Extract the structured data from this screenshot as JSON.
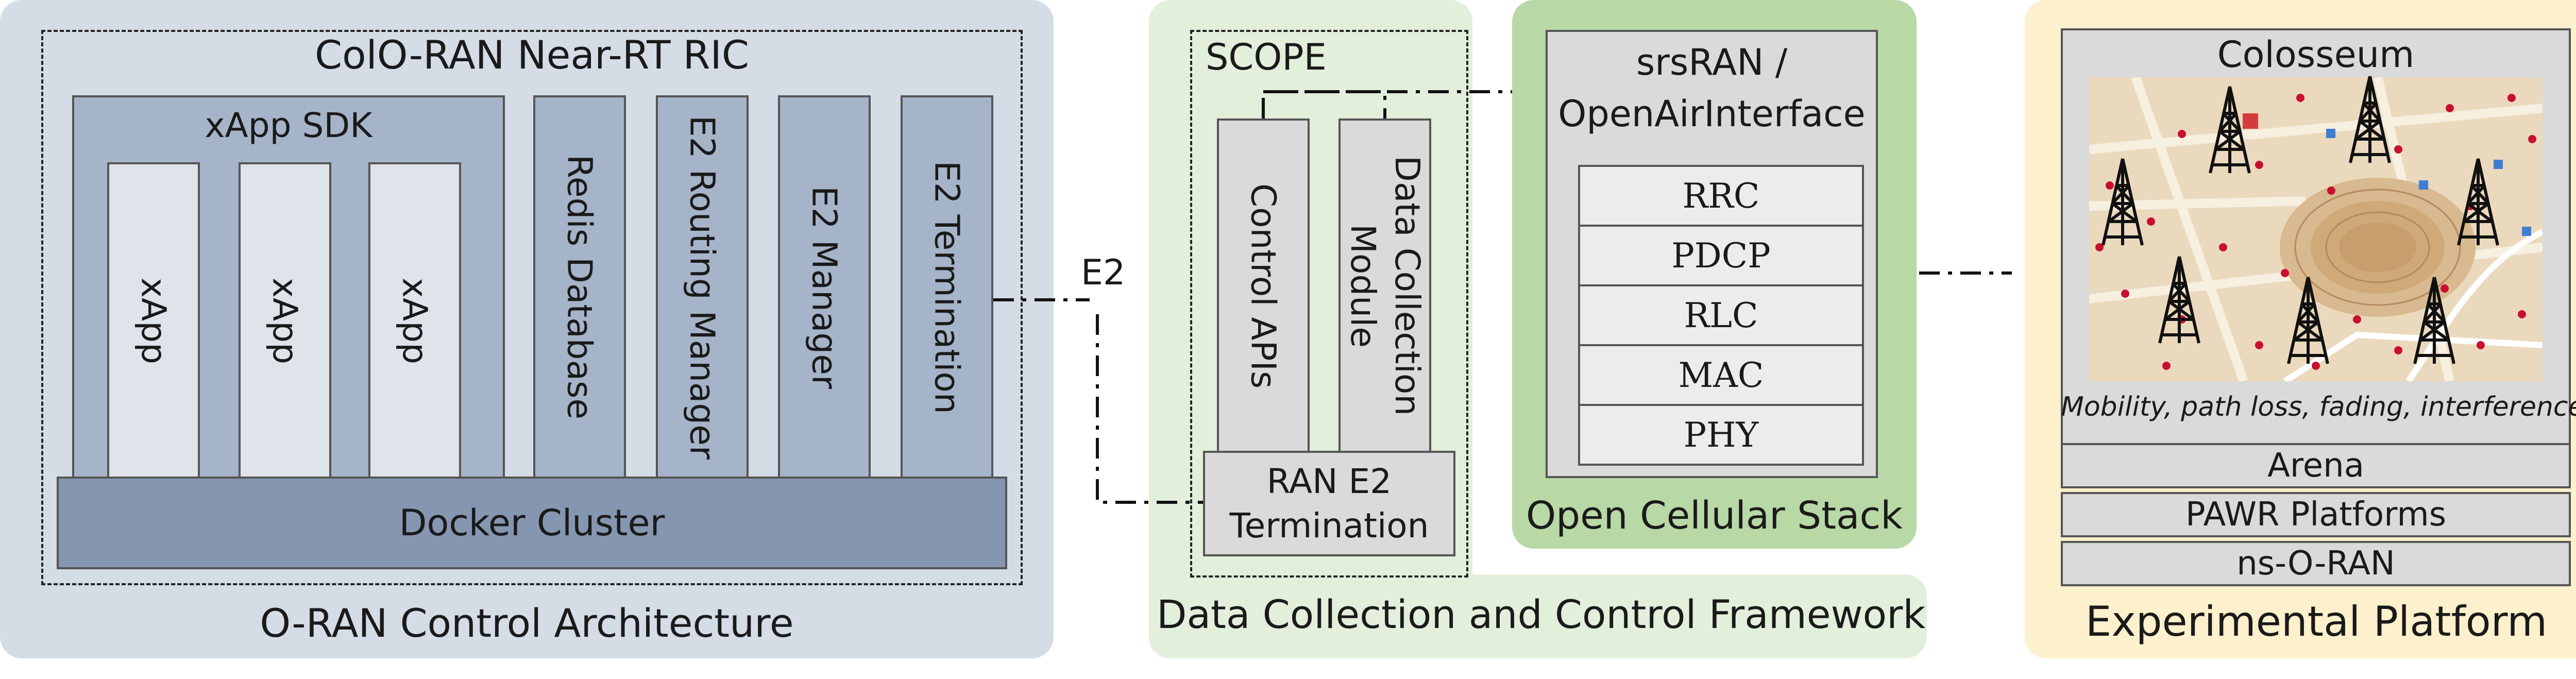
{
  "panels": {
    "oran": {
      "title": "O-RAN Control Architecture",
      "ric": {
        "title": "ColO-RAN Near-RT RIC",
        "sdk": {
          "title": "xApp SDK",
          "xapps": [
            "xApp",
            "xApp",
            "xApp"
          ]
        },
        "components": [
          "Redis Database",
          "E2 Routing Manager",
          "E2 Manager",
          "E2 Termination"
        ],
        "docker": "Docker Cluster"
      }
    },
    "scope": {
      "title": "Data Collection and Control Framework",
      "box_title": "SCOPE",
      "columns": [
        "Control APIs",
        "Data Collection Module"
      ],
      "termination": [
        "RAN E2",
        "Termination"
      ]
    },
    "stack": {
      "title": "Open Cellular Stack",
      "box_title": [
        "srsRAN /",
        "OpenAirInterface"
      ],
      "layers": [
        "RRC",
        "PDCP",
        "RLC",
        "MAC",
        "PHY"
      ]
    },
    "platform": {
      "title": "Experimental Platform",
      "colosseum": "Colosseum",
      "caption": "Mobility, path loss, fading, interference",
      "items": [
        "Arena",
        "PAWR Platforms",
        "ns-O-RAN"
      ]
    }
  },
  "connectors": {
    "e2_label": "E2"
  },
  "colors": {
    "oran_bg": "#d4dce6",
    "scope_bg": "#e2efdb",
    "stack_bg": "#b8d8a6",
    "platform_bg": "#fdf0cc",
    "block": "#a6b4c9",
    "block_dark": "#8596b0",
    "light_box": "#dadada",
    "cell": "#ececec",
    "map": "#ead9bd"
  },
  "icons": [
    "cell-tower-icon"
  ]
}
